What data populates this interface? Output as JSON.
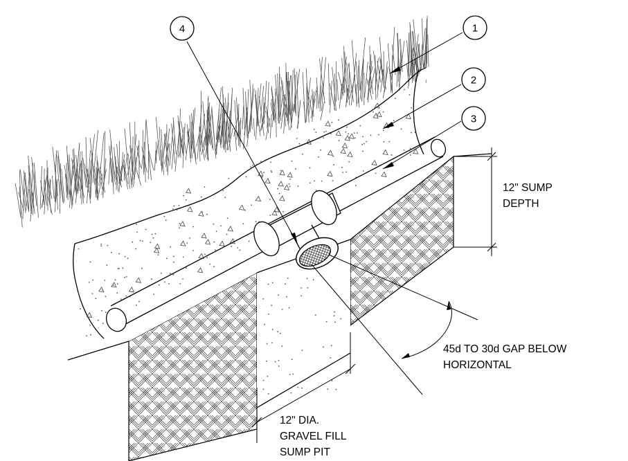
{
  "callouts": [
    {
      "id": "1",
      "label": "1"
    },
    {
      "id": "2",
      "label": "2"
    },
    {
      "id": "3",
      "label": "3"
    },
    {
      "id": "4",
      "label": "4"
    }
  ],
  "annotations": {
    "sump_depth": [
      "12\" SUMP",
      "DEPTH"
    ],
    "gap_angle": [
      "45d TO 30d GAP BELOW",
      "HORIZONTAL"
    ],
    "sump_pit": [
      "12\" DIA.",
      "GRAVEL FILL",
      "SUMP PIT"
    ]
  }
}
